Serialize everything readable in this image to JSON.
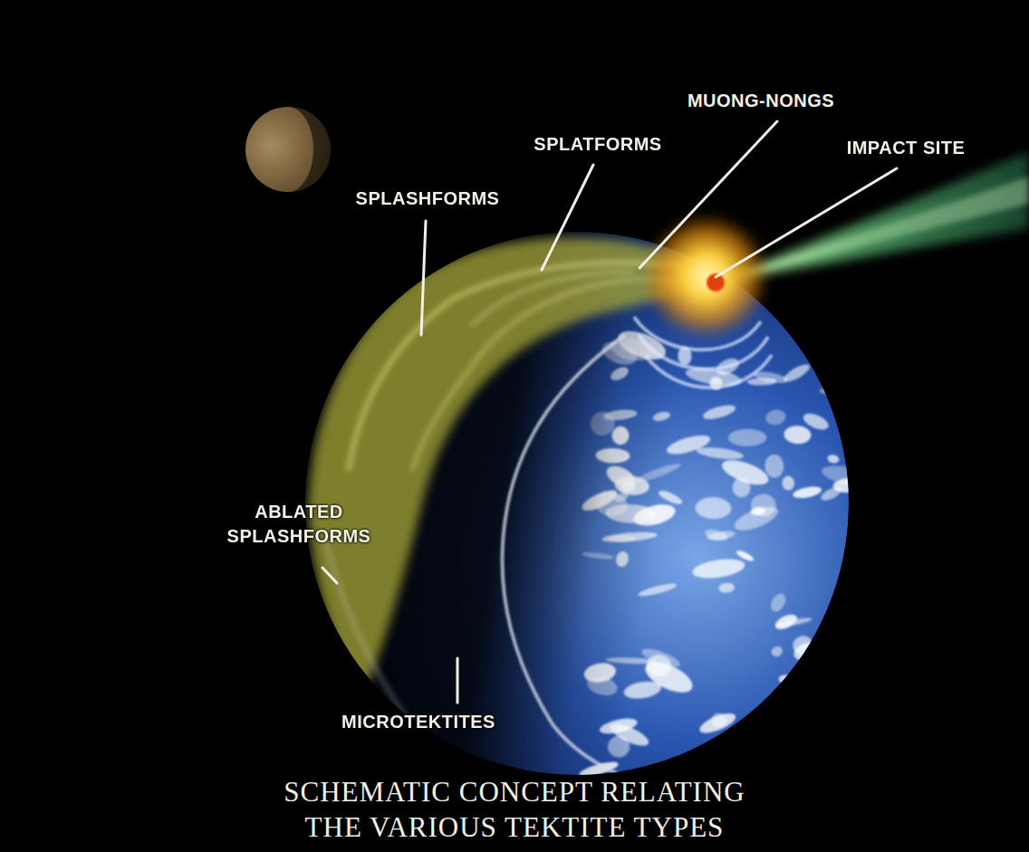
{
  "diagram": {
    "caption": "SCHEMATIC CONCEPT RELATING THE VARIOUS TEKTITE TYPES",
    "labels": [
      "MUONG-NONGS",
      "SPLATFORMS",
      "IMPACT SITE",
      "SPLASHFORMS",
      "ABLATED SPLASHFORMS",
      "MICROTEKTITES"
    ]
  }
}
